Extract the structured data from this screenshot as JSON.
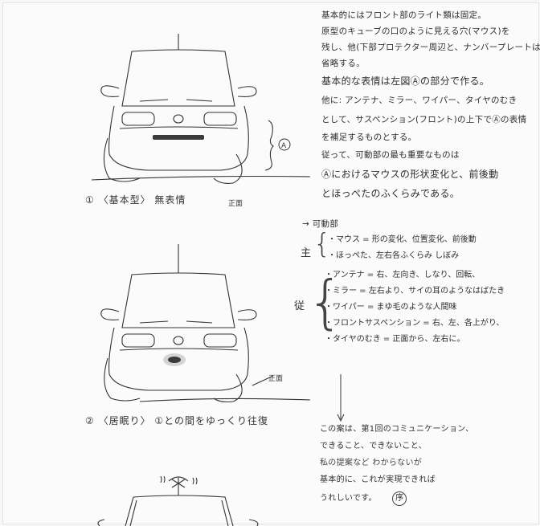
{
  "document": {
    "type": "handwritten-design-sketch",
    "paper_color": "#fbfbfb",
    "ink_color": "#2a2a2a"
  },
  "sketches": [
    {
      "id": 1,
      "caption": "① 〈基本型〉 無表情",
      "front_label": "正面",
      "annotation_label": "Ⓐ"
    },
    {
      "id": 2,
      "caption": "② 〈居眠り〉 ①との間をゆっくり往復",
      "front_label": "正面"
    },
    {
      "id": 3,
      "caption": ""
    }
  ],
  "notes": {
    "intro": [
      "基本的にはフロント部のライト類は固定。",
      "原型のキューブの口のように見える穴(マウス)を",
      "残し、他(下部プロテクター周辺と、ナンバープレートは",
      "省略する。"
    ],
    "expression": [
      "基本的な表情は左図Ⓐの部分で作る。",
      "他に: アンテナ、ミラー、ワイパー、タイヤのむき",
      "として、サスペンション(フロント)の上下でⒶの表情",
      "を補足するものとする。",
      "従って、可動部の最も重要なものは",
      "Ⓐにおけるマウスの形状変化と、前後動",
      "とほっぺたのふくらみである。"
    ],
    "movable_heading": "→ 可動部",
    "main_label": "主",
    "main_items": [
      "・マウス = 形の変化、位置変化、前後動",
      "・ほっぺた、左右各ふくらみ しぼみ"
    ],
    "sub_label": "従",
    "sub_items": [
      "・アンテナ = 右、左向き、しなり、回転、",
      "・ミラー = 左右より、サイの耳のようなはばたき",
      "・ワイパー = まゆ毛のような人間味",
      "・フロントサスペンション = 右、左、各上がり、",
      "・タイヤのむき = 正面から、左右に。"
    ],
    "closing": [
      "この案は、第1回のコミュニケーション、",
      "できること、できないこと、",
      "私の提案など わからないが",
      "基本的に、これが実現できれば",
      "うれしいです。"
    ],
    "stamp": "序"
  }
}
